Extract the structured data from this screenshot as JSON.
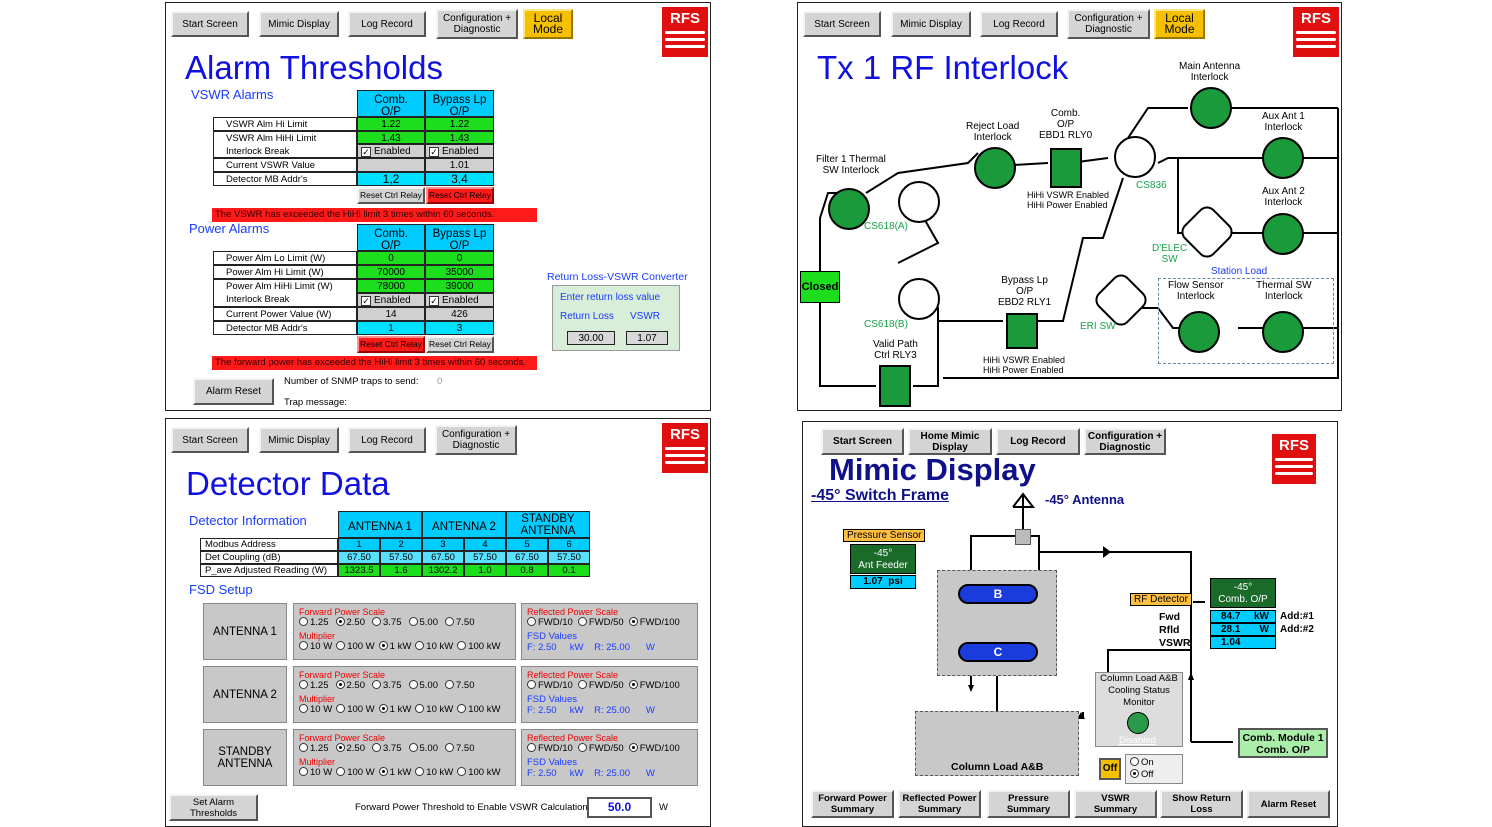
{
  "p1": {
    "buttons": [
      "Start Screen",
      "Mimic Display",
      "Log Record",
      "Configuration +\nDiagnostic",
      "Local\nMode"
    ],
    "logo": "RFS",
    "title": "Alarm Thresholds",
    "vswr_title": "VSWR Alarms",
    "col1": "Comb.\nO/P",
    "col2": "Bypass Lp\nO/P",
    "vswr_rows": [
      {
        "label": "VSWR Alm Hi Limit",
        "v1": "1.22",
        "v2": "1.22"
      },
      {
        "label": "VSWR Alm HiHi Limit",
        "v1": "1.43",
        "v2": "1.43"
      },
      {
        "label": "Interlock Break",
        "v1": "Enabled",
        "v2": "Enabled"
      },
      {
        "label": "Current VSWR Value",
        "v1": "",
        "v2": "1.01"
      },
      {
        "label": "Detector MB Addr's",
        "v1": "1,2",
        "v2": "3,4"
      }
    ],
    "reset1": "Reset Ctrl Relay",
    "reset2": "Reset Ctrl Relay",
    "vswr_msg": "The VSWR has exceeded the HiHi limit 3 times within 60 seconds.",
    "power_title": "Power Alarms",
    "power_rows": [
      {
        "label": "Power Alm Lo Limit (W)",
        "v1": "0",
        "v2": "0"
      },
      {
        "label": "Power Alm Hi Limit (W)",
        "v1": "70000",
        "v2": "35000"
      },
      {
        "label": "Power Alm HiHi Limit (W)",
        "v1": "78000",
        "v2": "39000"
      },
      {
        "label": "Interlock Break",
        "v1": "Enabled",
        "v2": "Enabled"
      },
      {
        "label": "Current Power Value (W)",
        "v1": "14",
        "v2": "426"
      },
      {
        "label": "Detector MB Addr's",
        "v1": "1",
        "v2": "3"
      }
    ],
    "power_msg": "The forward power has exceeded the HiHi limit 3 times within 60 seconds.",
    "conv_title": "Return Loss-VSWR Converter",
    "conv_enter": "Enter return loss value",
    "conv_rl": "Return Loss",
    "conv_vswr": "VSWR",
    "conv_rl_val": "30.00",
    "conv_vswr_val": "1.07",
    "alarm_reset": "Alarm Reset",
    "snmp_label": "Number of SNMP  traps to send:",
    "snmp_val": "0",
    "trap_label": "Trap message:"
  },
  "p2": {
    "buttons": [
      "Start Screen",
      "Mimic Display",
      "Log Record",
      "Configuration +\nDiagnostic",
      "Local\nMode"
    ],
    "title": "Tx 1 RF Interlock",
    "labels": {
      "main_ant": "Main Antenna\nInterlock",
      "aux1": "Aux Ant 1\nInterlock",
      "aux2": "Aux Ant 2\nInterlock",
      "reject": "Reject Load\nInterlock",
      "comb": "Comb.\nO/P\nEBD1 RLY0",
      "filter": "Filter 1 Thermal\nSW Interlock",
      "hihi1": "HiHi VSWR Enabled\nHiHi Power Enabled",
      "cs618a": "CS618(A)",
      "cs618b": "CS618(B)",
      "cs836": "CS836",
      "delec": "D'ELEC\nSW",
      "eri": "ERI SW",
      "station": "Station Load",
      "flow": "Flow Sensor\nInterlock",
      "thermal": "Thermal SW\nInterlock",
      "bypass": "Bypass Lp\nO/P\nEBD2 RLY1",
      "hihi2": "HiHi VSWR Enabled\nHiHi Power Enabled",
      "valid": "Valid Path\nCtrl RLY3",
      "closed": "Closed"
    }
  },
  "p3": {
    "buttons": [
      "Start Screen",
      "Mimic Display",
      "Log Record",
      "Configuration +\nDiagnostic"
    ],
    "title": "Detector Data",
    "info_title": "Detector Information",
    "headers": [
      "ANTENNA 1",
      "ANTENNA 2",
      "STANDBY\nANTENNA"
    ],
    "rows": [
      {
        "label": "Modbus Address",
        "vals": [
          "1",
          "2",
          "3",
          "4",
          "5",
          "6"
        ]
      },
      {
        "label": "Det Coupling (dB)",
        "vals": [
          "67.50",
          "57.50",
          "67.50",
          "57.50",
          "67.50",
          "57.50"
        ]
      },
      {
        "label": "P_ave Adjusted Reading (W)",
        "vals": [
          "1323.5",
          "1.6",
          "1302.2",
          "1.0",
          "0.8",
          "0.1"
        ]
      }
    ],
    "fsd_title": "FSD Setup",
    "antennas": [
      "ANTENNA 1",
      "ANTENNA 2",
      "STANDBY\nANTENNA"
    ],
    "fwd_scale": "Forward Power Scale",
    "fwd_opts": [
      "1.25",
      "2.50",
      "3.75",
      "5.00",
      "7.50"
    ],
    "multiplier": "Multiplier",
    "mult_opts": [
      "10 W",
      "100 W",
      "1 kW",
      "10 kW",
      "100 kW"
    ],
    "refl_scale": "Reflected Power Scale",
    "refl_opts": [
      "FWD/10",
      "FWD/50",
      "FWD/100"
    ],
    "fsd_values": "FSD Values",
    "fsd_line": {
      "f": "F:",
      "fv": "2.50",
      "fu": "kW",
      "r": "R:",
      "rv": "25.00",
      "ru": "W"
    },
    "set_alarm": "Set Alarm\nThresholds",
    "threshold_label": "Forward Power Threshold to Enable VSWR Calculation",
    "threshold_val": "50.0",
    "threshold_unit": "W"
  },
  "p4": {
    "buttons": [
      "Start Screen",
      "Home Mimic\nDisplay",
      "Log Record",
      "Configuration +\nDiagnostic"
    ],
    "title": "Mimic Display",
    "subtitle": "-45° Switch Frame",
    "antenna": "-45° Antenna",
    "pressure": "Pressure Sensor",
    "feeder": "-45°\nAnt Feeder",
    "psi_val": "1.07",
    "psi_unit": "psi",
    "b": "B",
    "c": "C",
    "rf_detector": "RF Detector",
    "comb_op": "-45°\nComb. O/P",
    "fwd": "Fwd",
    "rfld": "Rfld",
    "vswr": "VSWR",
    "fwd_val": "84.7",
    "fwd_unit": "kW",
    "fwd_addr": "Add:#1",
    "rfld_val": "28.1",
    "rfld_unit": "W",
    "rfld_addr": "Add:#2",
    "vswr_val": "1.04",
    "column_load": "Column Load A&B",
    "cooling": "Column Load A&B\nCooling Status\nMonitor",
    "disabled": "Disabled",
    "off": "Off",
    "on": "On",
    "off2": "Off",
    "comb_module": "Comb. Module 1\nComb. O/P",
    "bottom": [
      "Forward Power\nSummary",
      "Reflected Power\nSummary",
      "Pressure\nSummary",
      "VSWR\nSummary",
      "Show Return\nLoss",
      "Alarm Reset"
    ]
  },
  "colors": {
    "blue": "#1010e0",
    "green": "#1cde1c",
    "cyan": "#00ccff",
    "red": "#ff1a1a",
    "dark_green": "#1a9a3a"
  }
}
